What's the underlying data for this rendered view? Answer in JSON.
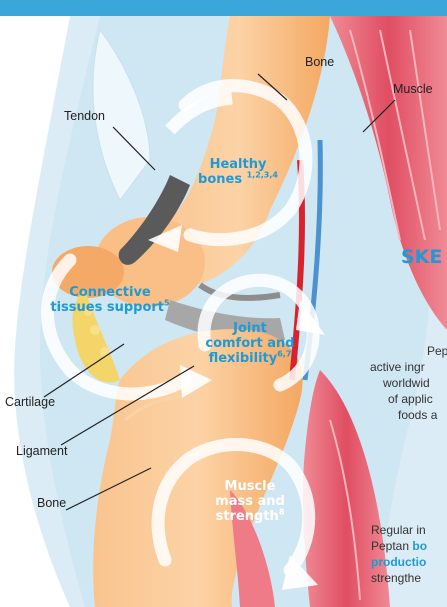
{
  "labels": {
    "bone_top": "Bone",
    "muscle": "Muscle",
    "tendon": "Tendon",
    "cartilage": "Cartilage",
    "ligament": "Ligament",
    "bone_bottom": "Bone"
  },
  "benefits": [
    {
      "line1": "Healthy",
      "line2": "bones",
      "refs": "1,2,3,4"
    },
    {
      "line1": "Connective",
      "line2": "tissues support",
      "refs": "5"
    },
    {
      "line1": "Joint",
      "line2": "comfort and",
      "line3": "flexibility",
      "refs": "6,7"
    },
    {
      "line1": "Muscle",
      "line2": "mass and",
      "line3": "strength",
      "refs": "8"
    }
  ],
  "side_text": {
    "heading": "SKE",
    "para1": [
      "Pep",
      "active ingr",
      "worldwid",
      "of applic",
      "foods a"
    ],
    "para2_line1": "Regular in",
    "para2_line2_prefix": "Peptan ",
    "para2_line2_bold": "bo",
    "para2_line3_bold": "productio",
    "para2_line4": "strengthe"
  },
  "colors": {
    "accent_blue": "#1e9ad6",
    "bone": "#f6b274",
    "muscle": "#e2566a",
    "background_blue": "#d8ecf7"
  }
}
